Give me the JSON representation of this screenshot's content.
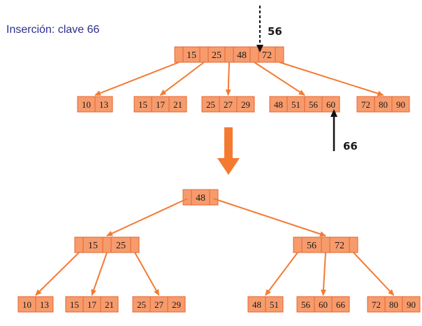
{
  "title": "Inserción: clave 66",
  "colors": {
    "fill": "#f79b6c",
    "stroke": "#e4642e",
    "arrow": "#f47a32",
    "text": "#1a1a1a",
    "title": "#2b2e8c"
  },
  "labels": {
    "top_key": "56",
    "inserted_key": "66"
  },
  "before": {
    "root": {
      "node_type": "internal",
      "keys": [
        "15",
        "25",
        "48",
        "72"
      ]
    },
    "leaves": [
      {
        "keys": [
          "10",
          "13"
        ]
      },
      {
        "keys": [
          "15",
          "17",
          "21"
        ]
      },
      {
        "keys": [
          "25",
          "27",
          "29"
        ]
      },
      {
        "keys": [
          "48",
          "51",
          "56",
          "60"
        ]
      },
      {
        "keys": [
          "72",
          "80",
          "90"
        ]
      }
    ]
  },
  "after": {
    "root": {
      "node_type": "internal",
      "keys": [
        "48"
      ]
    },
    "level2": [
      {
        "node_type": "internal",
        "keys": [
          "15",
          "25"
        ]
      },
      {
        "node_type": "internal",
        "keys": [
          "56",
          "72"
        ]
      }
    ],
    "leaves": [
      {
        "keys": [
          "10",
          "13"
        ]
      },
      {
        "keys": [
          "15",
          "17",
          "21"
        ]
      },
      {
        "keys": [
          "25",
          "27",
          "29"
        ]
      },
      {
        "keys": [
          "48",
          "51"
        ]
      },
      {
        "keys": [
          "56",
          "60",
          "66"
        ]
      },
      {
        "keys": [
          "72",
          "80",
          "90"
        ]
      }
    ]
  }
}
